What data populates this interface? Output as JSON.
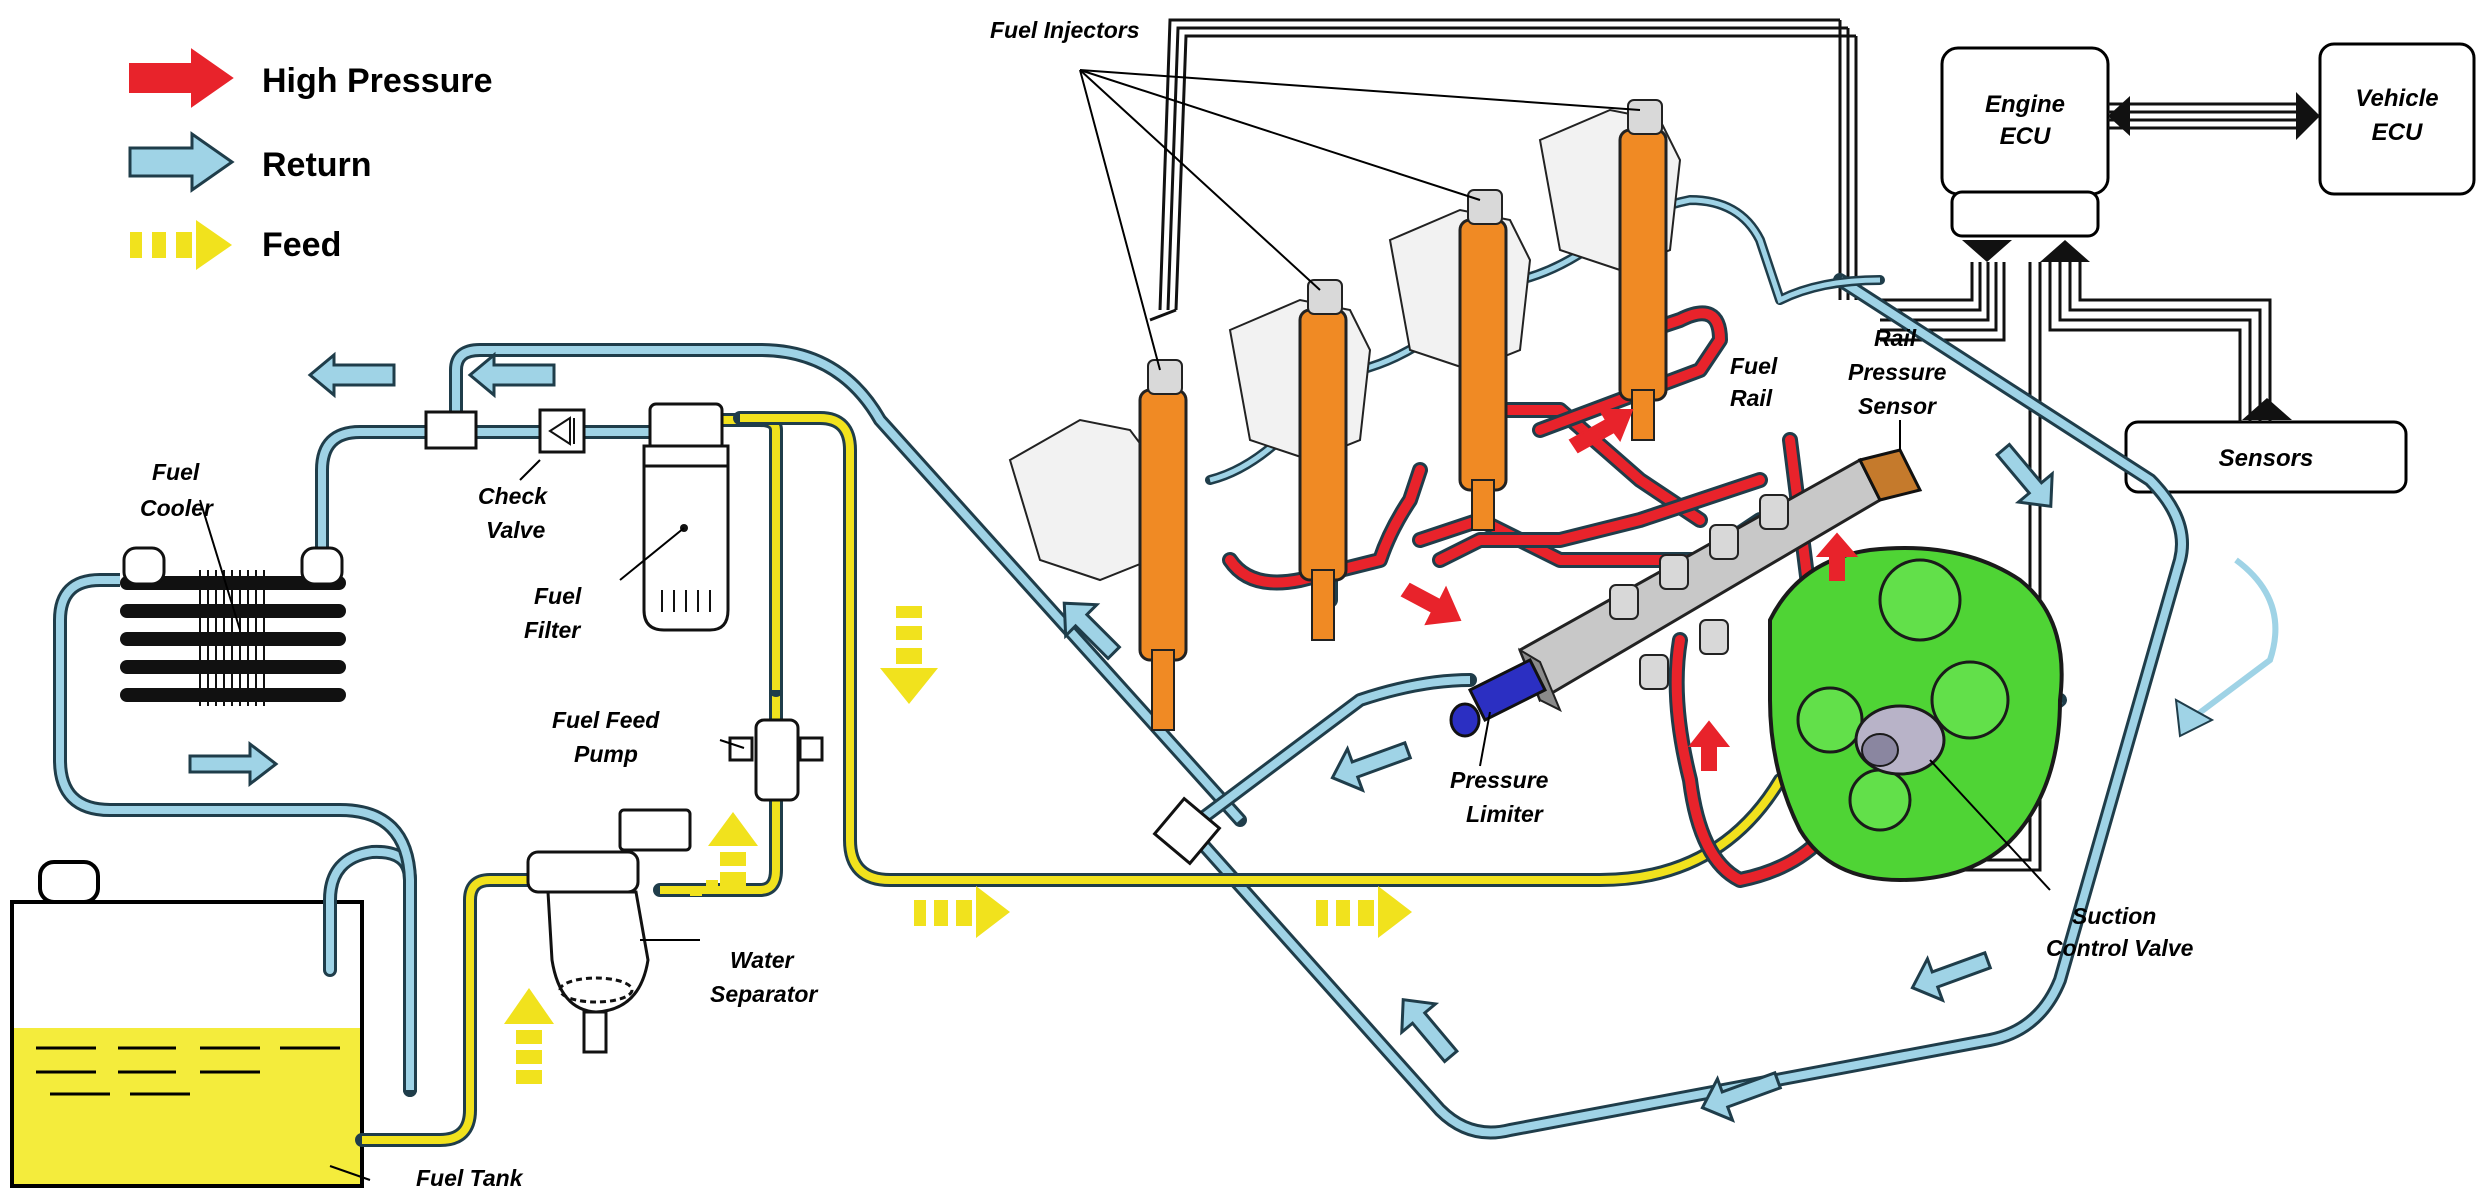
{
  "legend": {
    "high_pressure": "High Pressure",
    "return": "Return",
    "feed": "Feed"
  },
  "labels": {
    "fuel_injectors": "Fuel Injectors",
    "engine_ecu_line1": "Engine",
    "engine_ecu_line2": "ECU",
    "vehicle_ecu_line1": "Vehicle",
    "vehicle_ecu_line2": "ECU",
    "sensors": "Sensors",
    "fuel_rail_line1": "Fuel",
    "fuel_rail_line2": "Rail",
    "rail_pressure_line1": "Rail",
    "rail_pressure_line2": "Pressure",
    "rail_pressure_line3": "Sensor",
    "fuel_cooler_line1": "Fuel",
    "fuel_cooler_line2": "Cooler",
    "check_valve_line1": "Check",
    "check_valve_line2": "Valve",
    "fuel_filter_line1": "Fuel",
    "fuel_filter_line2": "Filter",
    "feed_pump_line1": "Fuel Feed",
    "feed_pump_line2": "Pump",
    "water_sep_line1": "Water",
    "water_sep_line2": "Separator",
    "pressure_limiter_line1": "Pressure",
    "pressure_limiter_line2": "Limiter",
    "suction_valve_line1": "Suction",
    "suction_valve_line2": "Control Valve",
    "fuel_tank": "Fuel Tank"
  },
  "colors": {
    "high_pressure": "#e8232b",
    "return": "#9fd3e6",
    "feed": "#f1e21d",
    "injector": "#f08a24",
    "pump": "#4fd435",
    "fuel": "#f4ec3c"
  }
}
